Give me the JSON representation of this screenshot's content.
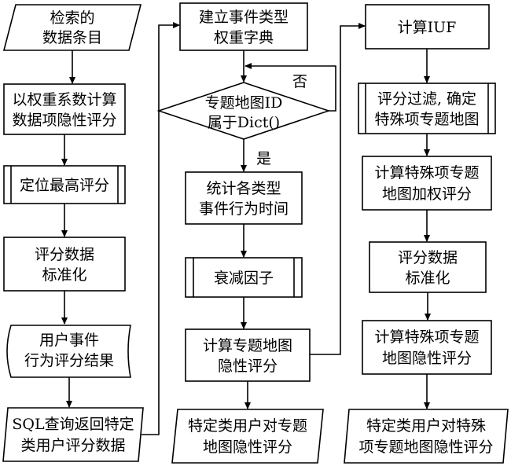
{
  "col1": {
    "retrieved_items": [
      "检索的",
      "数据条目"
    ],
    "weight_coef_calc": [
      "以权重系数计算",
      "数据项隐性评分"
    ],
    "locate_highest": [
      "定位最高评分"
    ],
    "normalize": [
      "评分数据",
      "标准化"
    ],
    "user_event_result": [
      "用户事件",
      "行为评分结果"
    ],
    "sql_query": [
      "SQL查询返回特定",
      "类用户评分数据"
    ]
  },
  "col2": {
    "build_dict": [
      "建立事件类型",
      "权重字典"
    ],
    "decision": [
      "专题地图ID",
      "属于Dict()"
    ],
    "no_label": "否",
    "yes_label": "是",
    "count_time": [
      "统计各类型",
      "事件行为时间"
    ],
    "decay": [
      "衰减因子"
    ],
    "calc_implicit": [
      "计算专题地图",
      "隐性评分"
    ],
    "output_map_rating": [
      "特定类用户对专题",
      "地图隐性评分"
    ]
  },
  "col3": {
    "calc_iuf": [
      "计算IUF"
    ],
    "filter": [
      "评分过滤, 确定",
      "特殊项专题地图"
    ],
    "weighted": [
      "计算特殊项专题",
      "地图加权评分"
    ],
    "normalize": [
      "评分数据",
      "标准化"
    ],
    "calc_special_implicit": [
      "计算特殊项专题",
      "地图隐性评分"
    ],
    "output_special": [
      "特定类用户对特殊",
      "项专题地图隐性评分"
    ]
  }
}
